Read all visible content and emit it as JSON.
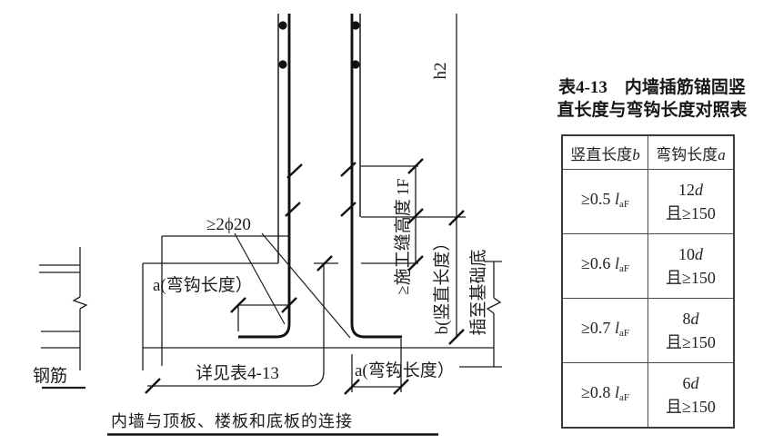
{
  "diagram": {
    "caption": "内墙与顶板、楼板和底板的连接",
    "labels": {
      "rebar": "钢筋",
      "min_bars": "≥2ϕ20",
      "hook_length_left": "a(弯钩长度）",
      "hook_length_bottom": "a(弯钩长度）",
      "see_table": "详见表4-13",
      "storey_height": "h2",
      "first_floor": "1F",
      "construction_joint_height": "≥施工缝高度",
      "vertical_length": "b(竖直长度）",
      "to_foundation_bottom": "插至基础底"
    }
  },
  "table": {
    "title_line1": "表4-13　内墙插筋锚固竖",
    "title_line2": "直长度与弯钩长度对照表",
    "header": {
      "col1_text": "竖直长度",
      "col1_var": "b",
      "col2_text": "弯钩长度",
      "col2_var": "a"
    },
    "rows": [
      {
        "b_prefix": "≥0.5 ",
        "b_sym": "l",
        "b_sub": "aF",
        "a_num": "12",
        "a_sym": "d",
        "a_cond": "且≥150"
      },
      {
        "b_prefix": "≥0.6 ",
        "b_sym": "l",
        "b_sub": "aF",
        "a_num": "10",
        "a_sym": "d",
        "a_cond": "且≥150"
      },
      {
        "b_prefix": "≥0.7 ",
        "b_sym": "l",
        "b_sub": "aF",
        "a_num": "8",
        "a_sym": "d",
        "a_cond": "且≥150"
      },
      {
        "b_prefix": "≥0.8 ",
        "b_sym": "l",
        "b_sub": "aF",
        "a_num": "6",
        "a_sym": "d",
        "a_cond": "且≥150"
      }
    ]
  },
  "colors": {
    "ink": "#1c1c1c",
    "paper": "#ffffff"
  }
}
